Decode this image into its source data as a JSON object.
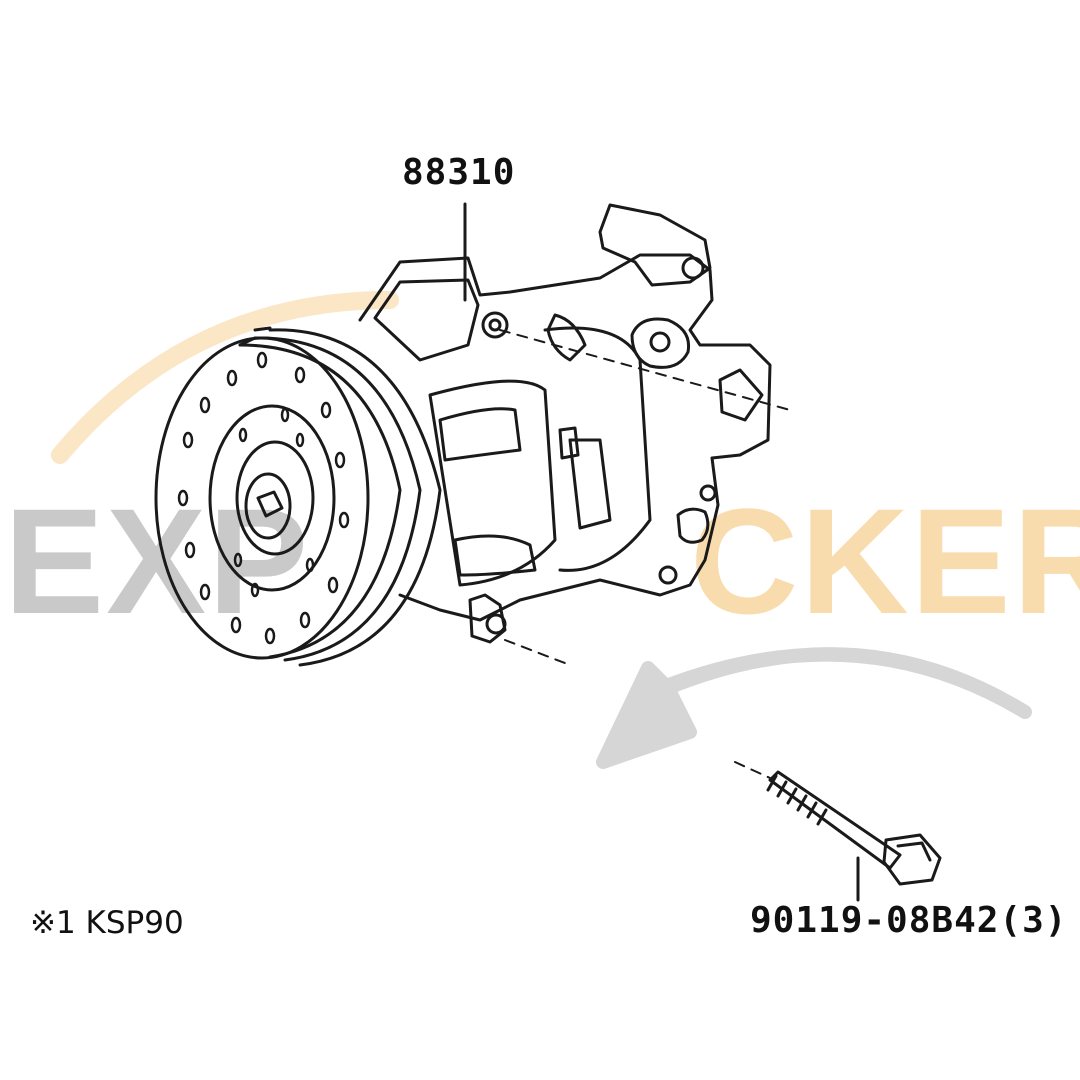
{
  "labels": {
    "compressor_part_no": "88310",
    "bolt_part_no": "90119-08B42(3)",
    "note": "※1 KSP90"
  },
  "watermark": {
    "left_text": "EXP",
    "right_text": "CKER",
    "left_color": "#c9c9c9",
    "right_color": "#f9dcae",
    "arrow_color": "#cfcfcf"
  },
  "colors": {
    "line": "#1a1a1a",
    "background": "#ffffff"
  }
}
